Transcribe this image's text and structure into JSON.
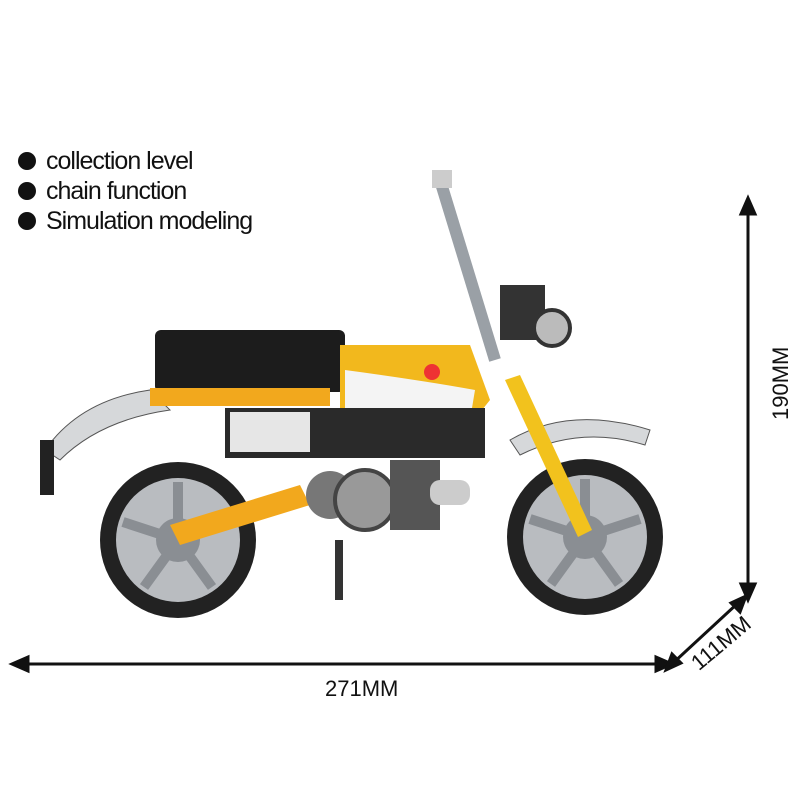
{
  "features": [
    "collection level",
    "chain function",
    "Simulation modeling"
  ],
  "dimensions": {
    "height": "190MM",
    "width": "271MM",
    "depth": "111MM"
  },
  "colors": {
    "accent": "#f2a81d",
    "body_dark": "#1c1c1c",
    "wheel_grey": "#8a8e93"
  }
}
